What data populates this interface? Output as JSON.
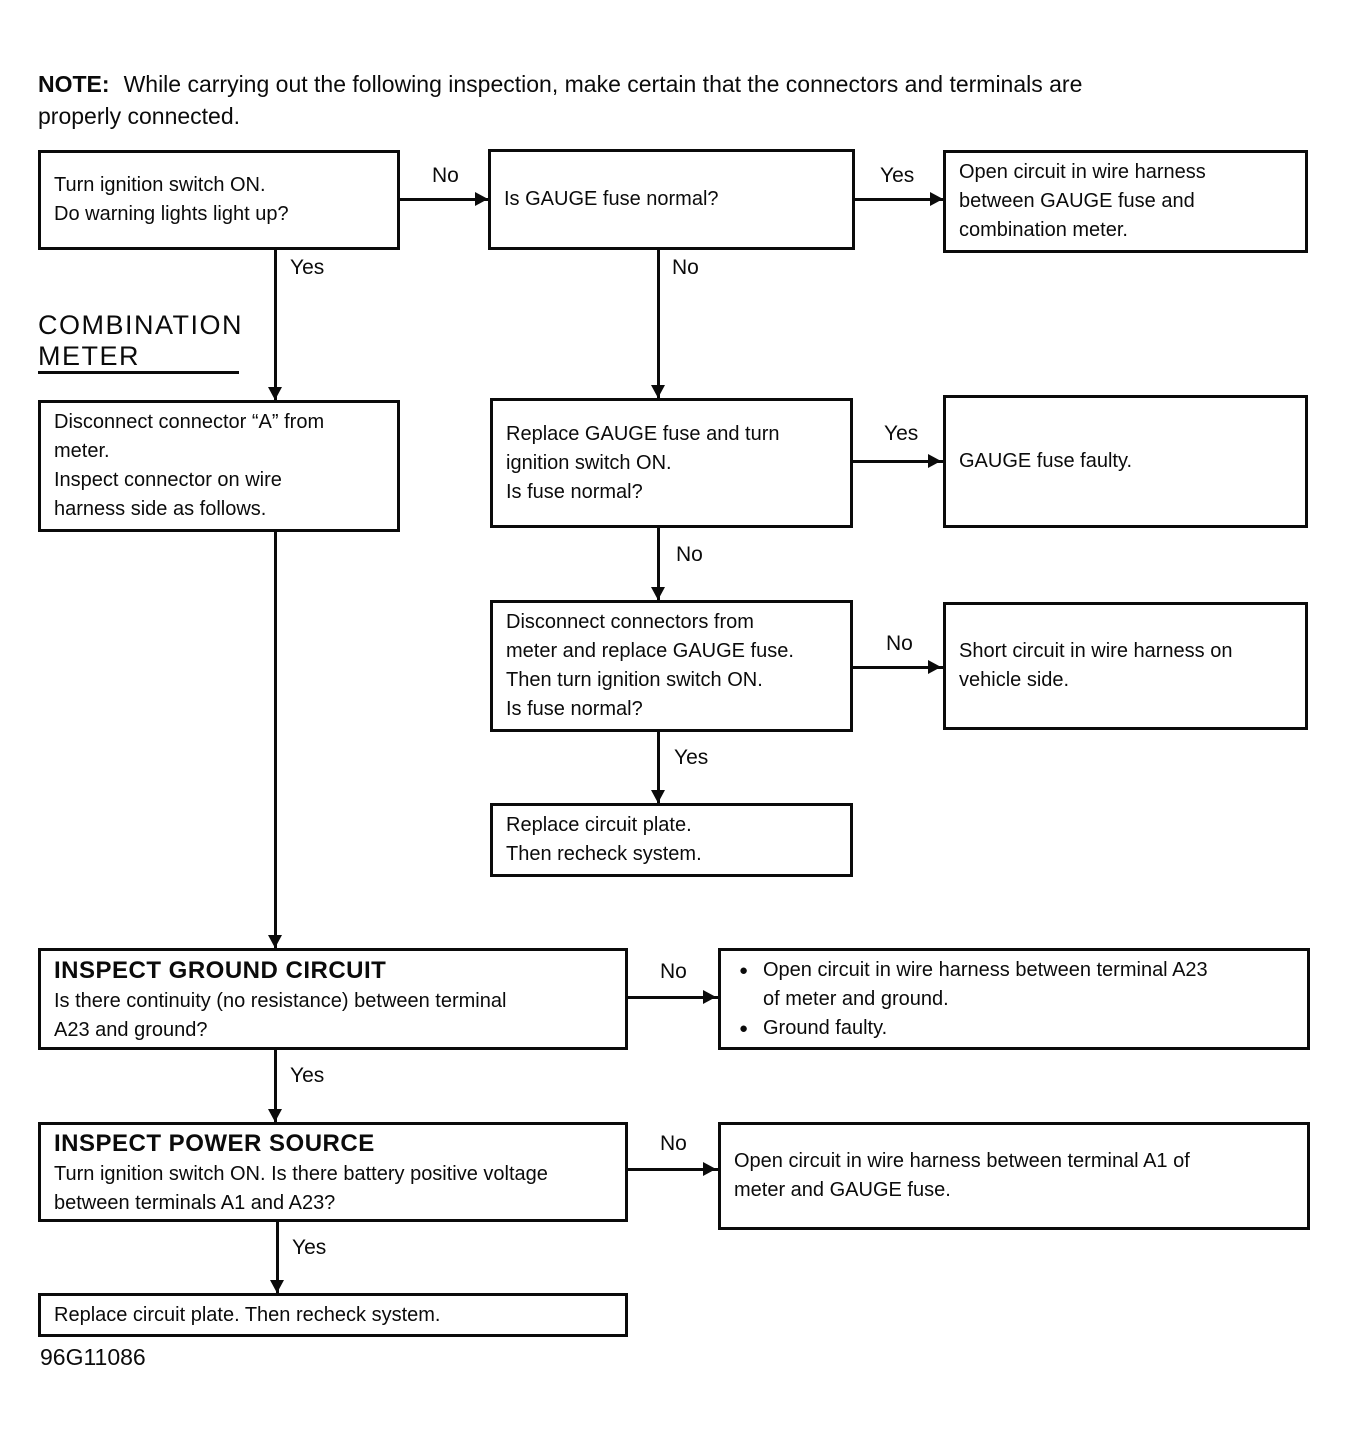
{
  "note": {
    "label": "NOTE:",
    "text": "While carrying out the following inspection, make certain that the connectors and terminals are\nproperly connected."
  },
  "heading": "COMBINATION\nMETER",
  "figure_id": "96G11086",
  "labels": {
    "yes": "Yes",
    "no": "No",
    "bullet": "●"
  },
  "colors": {
    "ink": "#0b0b0b",
    "background": "#ffffff"
  },
  "boxes": {
    "ignition_warning": {
      "text": "Turn ignition switch ON.\nDo warning lights light up?"
    },
    "gauge_fuse_normal": {
      "text": "Is GAUGE fuse normal?"
    },
    "open_circuit_fuse_to_meter": {
      "text": "Open circuit in wire harness\nbetween GAUGE fuse and\ncombination meter."
    },
    "disconnect_connector_a": {
      "text": "Disconnect connector “A” from\nmeter.\nInspect connector on wire\nharness side as follows."
    },
    "replace_gauge_fuse": {
      "text": "Replace GAUGE fuse and turn\nignition switch ON.\nIs fuse normal?"
    },
    "gauge_fuse_faulty": {
      "text": "GAUGE fuse faulty."
    },
    "disconnect_connectors_replace_fuse": {
      "text": "Disconnect connectors from\nmeter and replace GAUGE fuse.\nThen turn ignition switch ON.\nIs fuse normal?"
    },
    "short_circuit_vehicle_side": {
      "text": "Short circuit in wire harness on\nvehicle side."
    },
    "replace_circuit_plate": {
      "text": "Replace circuit plate.\nThen recheck system."
    },
    "inspect_ground_circuit": {
      "title": "INSPECT GROUND CIRCUIT",
      "text": "Is there continuity (no resistance) between terminal\nA23 and ground?"
    },
    "ground_circuit_results": {
      "bullets": [
        "Open circuit in wire harness between terminal A23\nof meter and ground.",
        "Ground faulty."
      ]
    },
    "inspect_power_source": {
      "title": "INSPECT POWER SOURCE",
      "text": "Turn ignition switch ON. Is there battery positive voltage\nbetween terminals A1 and A23?"
    },
    "open_circuit_a1_to_fuse": {
      "text": "Open circuit in wire harness between terminal A1 of\nmeter and GAUGE fuse."
    },
    "replace_circuit_plate_final": {
      "text": "Replace circuit plate. Then recheck system."
    }
  }
}
